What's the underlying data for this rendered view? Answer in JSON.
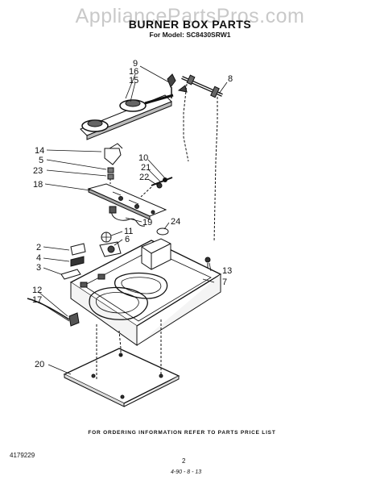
{
  "watermark": "AppliancePartsPros.com",
  "header": {
    "title": "BURNER BOX PARTS",
    "model": "For Model: SC8430SRW1"
  },
  "callouts": [
    "9",
    "16",
    "15",
    "8",
    "14",
    "5",
    "23",
    "10",
    "21",
    "22",
    "18",
    "24",
    "19",
    "11",
    "6",
    "2",
    "4",
    "3",
    "13",
    "7",
    "12",
    "17",
    "20"
  ],
  "footer": {
    "note": "FOR ORDERING INFORMATION REFER TO PARTS PRICE LIST",
    "part_number": "4179229",
    "page": "2",
    "date_code": "4-90 - 8 - 13"
  }
}
